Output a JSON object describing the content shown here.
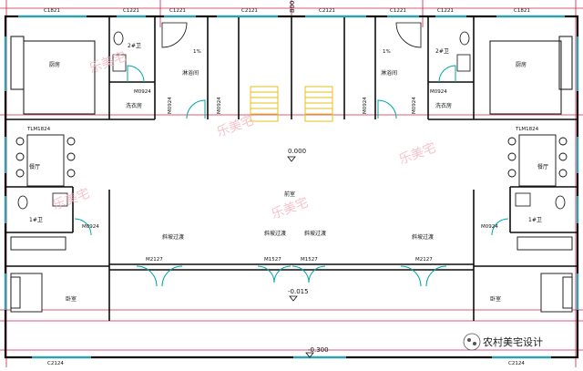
{
  "windows_top": [
    "C1821",
    "C1221",
    "C1221",
    "C2121",
    "C2121",
    "C1221",
    "C1221",
    "C1821"
  ],
  "dim_top": "800",
  "rooms": {
    "kitchen_left": "厨房",
    "kitchen_right": "厨房",
    "bath_2f_left": "2#卫",
    "bath_2f_right": "2#卫",
    "shower_left": "淋浴间",
    "shower_right": "淋浴间",
    "laundry_left": "洗衣房",
    "laundry_right": "洗衣房",
    "dining_left": "餐厅",
    "dining_right": "餐厅",
    "hall_center": "前室",
    "bath_1f_left": "1#卫",
    "bath_1f_right": "1#卫",
    "bedroom_left": "卧室",
    "bedroom_right": "卧室"
  },
  "door_codes": {
    "m0924_left_a": "M0924",
    "m0924_left_b": "M0924",
    "m0924_center_l": "M0924",
    "m0924_center_r": "M0924",
    "m0924_right_a": "M0924",
    "m0924_right_b": "M0924",
    "m0924_bath_left": "M0924",
    "m0924_bath_right": "M0924",
    "m2127_left": "M2127",
    "m1527_left": "M1527",
    "m1527_right": "M1527",
    "m2127_right": "M2127",
    "tlm_left": "TLM1824",
    "tlm_right": "TLM1824"
  },
  "slope_labels": [
    "斜坡过渡",
    "斜坡过渡",
    "斜坡过渡",
    "斜坡过渡"
  ],
  "levels": {
    "main": "0.000",
    "step": "-0.015",
    "outside": "-0.300"
  },
  "shower_slope": [
    "1%",
    "1%"
  ],
  "windows_bottom": [
    "C2124",
    "C2124"
  ],
  "watermark": "农村美宅设计",
  "stamps": [
    "乐美宅",
    "乐美宅",
    "乐美宅",
    "乐美宅",
    "乐美宅"
  ],
  "colors": {
    "wall": "#0d0d0d",
    "window": "#1fa8b8",
    "dimension": "#d4204a",
    "door": "#00a6a6",
    "stair": "#e8c21a",
    "stamp": "#f6b8c4"
  }
}
